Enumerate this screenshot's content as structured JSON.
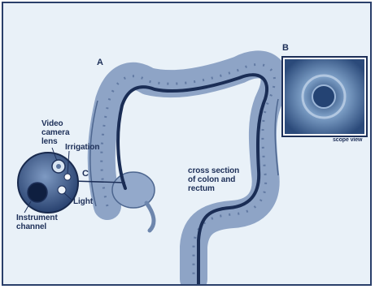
{
  "labels": {
    "a": "A",
    "b": "B",
    "c": "C",
    "video_camera_lens": "Video\ncamera\nlens",
    "irrigation": "Irrigation",
    "light": "Light",
    "instrument_channel": "Instrument\nchannel",
    "cross_section": "cross section\nof colon and\nrectum",
    "scope_view": "scope view"
  },
  "colors": {
    "ink": "#1d2f58",
    "colon_fill": "#8ea4c6",
    "background": "#e9f1f8"
  }
}
